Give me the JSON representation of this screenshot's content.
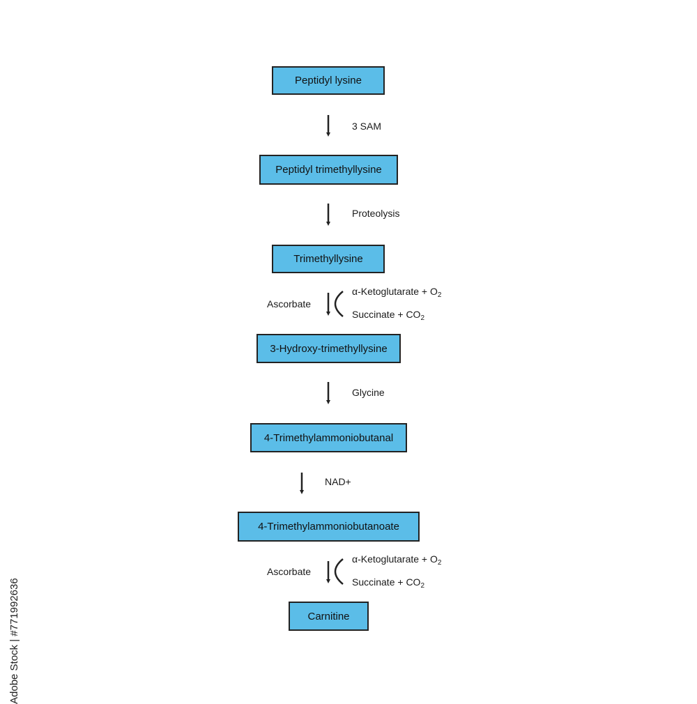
{
  "steps": [
    "Peptidyl lysine",
    "Peptidyl trimethyllysine",
    "Trimethyllysine",
    "3-Hydroxy-trimethyllysine",
    "4-Trimethylammoniobutanal",
    "4-Trimethylammoniobutanoate",
    "Carnitine"
  ],
  "reactions": {
    "r1_label": "3 SAM",
    "r2_label": "Proteolysis",
    "r3_cofactor": "Ascorbate",
    "r3_in_text": "α-Ketoglutarate + O",
    "r3_in_sub": "2",
    "r3_out_text": "Succinate + CO",
    "r3_out_sub": "2",
    "r4_label": "Glycine",
    "r5_label": "NAD+",
    "r6_cofactor": "Ascorbate",
    "r6_in_text": "α-Ketoglutarate + O",
    "r6_in_sub": "2",
    "r6_out_text": "Succinate + CO",
    "r6_out_sub": "2"
  },
  "watermark": "Adobe Stock | #771992636",
  "colors": {
    "box_fill": "#5bbde8",
    "box_border": "#222222",
    "arrow": "#222222"
  }
}
